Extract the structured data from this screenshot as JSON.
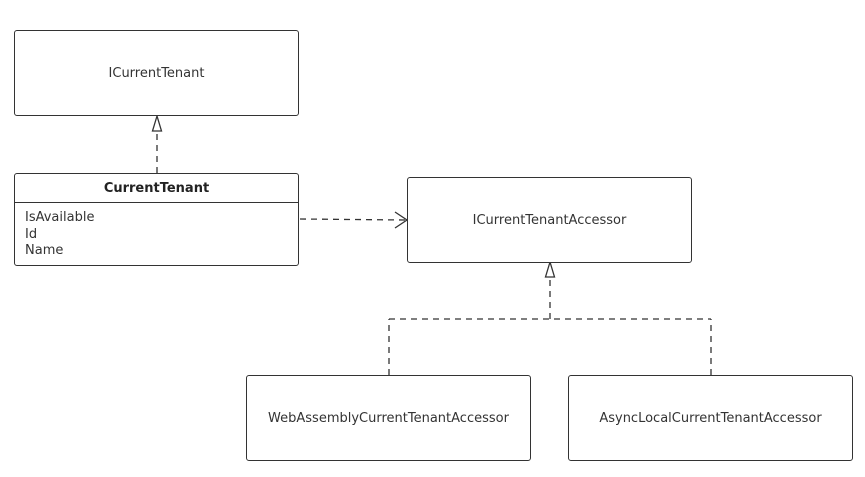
{
  "interfaces": {
    "current_tenant": "ICurrentTenant",
    "current_tenant_accessor": "ICurrentTenantAccessor"
  },
  "current_tenant_class": {
    "name": "CurrentTenant",
    "attributes": [
      "IsAvailable",
      "Id",
      "Name"
    ]
  },
  "implementations": {
    "web_assembly": "WebAssemblyCurrentTenantAccessor",
    "async_local": "AsyncLocalCurrentTenantAccessor"
  }
}
